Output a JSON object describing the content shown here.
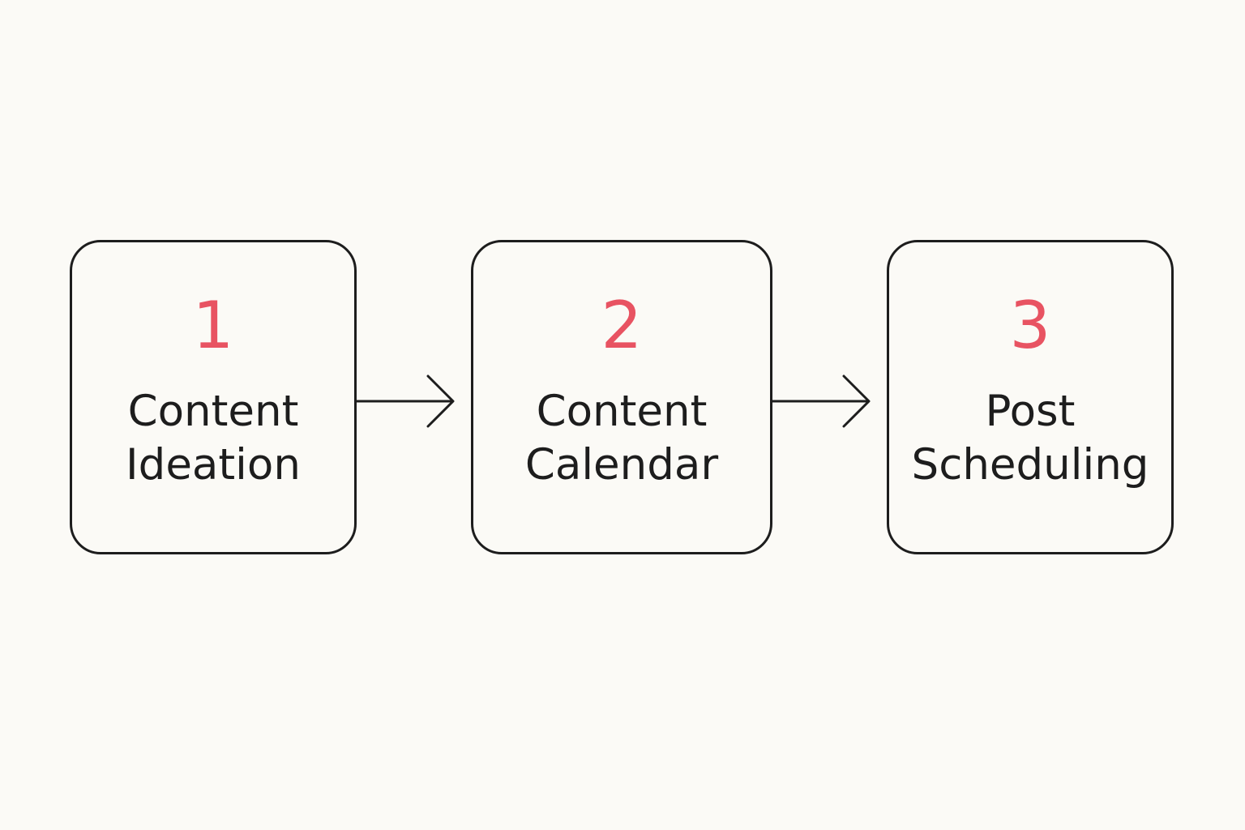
{
  "colors": {
    "background": "#fbfaf6",
    "border": "#1d1d1d",
    "number": "#e85362",
    "text": "#1d1d1d"
  },
  "steps": [
    {
      "number": "1",
      "label_line1": "Content",
      "label_line2": "Ideation"
    },
    {
      "number": "2",
      "label_line1": "Content",
      "label_line2": "Calendar"
    },
    {
      "number": "3",
      "label_line1": "Post",
      "label_line2": "Scheduling"
    }
  ],
  "connectors": [
    {
      "from": "1",
      "to": "2",
      "icon": "arrow-right-icon"
    },
    {
      "from": "2",
      "to": "3",
      "icon": "arrow-right-icon"
    }
  ]
}
